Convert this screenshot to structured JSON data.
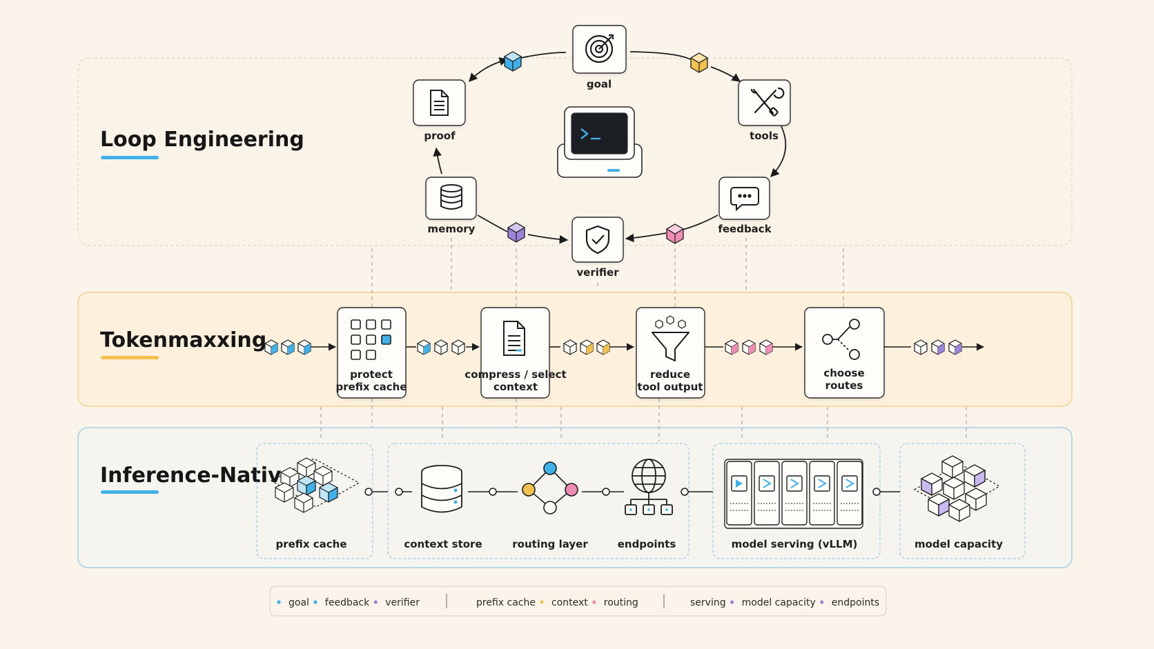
{
  "colors": {
    "background": "#fbf4ea",
    "blue": "#3fb0e8",
    "yellow": "#f2c14e",
    "pink": "#ef8cb4",
    "purple": "#9b83d9",
    "loop_border": "#d9d3cb",
    "token_border": "#f3cf91",
    "infer_border": "#9fcfe6"
  },
  "sections": {
    "loop": {
      "title": "Loop Engineering",
      "underline": "#3fb0e8"
    },
    "token": {
      "title": "Tokenmaxxing",
      "underline": "#f2c14e"
    },
    "infer": {
      "title": "Inference-Native",
      "underline": "#3fb0e8"
    }
  },
  "loop_nodes": [
    {
      "id": "goal",
      "label": "goal",
      "icon": "target-icon"
    },
    {
      "id": "tools",
      "label": "tools",
      "icon": "tools-icon"
    },
    {
      "id": "feedback",
      "label": "feedback",
      "icon": "chat-bubble-icon"
    },
    {
      "id": "verifier",
      "label": "verifier",
      "icon": "shield-check-icon"
    },
    {
      "id": "memory",
      "label": "memory",
      "icon": "database-icon"
    },
    {
      "id": "proof",
      "label": "proof",
      "icon": "document-icon"
    }
  ],
  "center_icon": "terminal-computer-icon",
  "token_nodes": [
    {
      "id": "protect",
      "label_lines": [
        "protect",
        "prefix cache"
      ],
      "icon": "grid-icon"
    },
    {
      "id": "compress",
      "label_lines": [
        "compress / select",
        "context"
      ],
      "icon": "document-icon"
    },
    {
      "id": "reduce",
      "label_lines": [
        "reduce",
        "tool output"
      ],
      "icon": "funnel-icon"
    },
    {
      "id": "choose",
      "label_lines": [
        "choose",
        "routes"
      ],
      "icon": "share-icon"
    }
  ],
  "infer_nodes": [
    {
      "id": "prefix",
      "label": "prefix cache",
      "icon": "cube-grid-icon"
    },
    {
      "id": "context",
      "label": "context store",
      "icon": "database-icon"
    },
    {
      "id": "routing",
      "label": "routing layer",
      "icon": "routing-icon"
    },
    {
      "id": "endpoints",
      "label": "endpoints",
      "icon": "globe-icon"
    },
    {
      "id": "serving",
      "label": "model serving (vLLM)",
      "icon": "server-rack-icon"
    },
    {
      "id": "capacity",
      "label": "model capacity",
      "icon": "cube-cluster-icon"
    }
  ],
  "legend": {
    "groups": [
      [
        {
          "label": "goal",
          "color": "#3fb0e8"
        },
        {
          "label": "feedback",
          "color": "#3fb0e8"
        },
        {
          "label": "verifier",
          "color": "#9b83d9"
        }
      ],
      [
        {
          "label": "prefix cache",
          "color": ""
        },
        {
          "label": "context",
          "color": "#f2c14e"
        },
        {
          "label": "routing",
          "color": "#ef8cb4"
        }
      ],
      [
        {
          "label": "serving",
          "color": ""
        },
        {
          "label": "model capacity",
          "color": "#9b83d9"
        },
        {
          "label": "endpoints",
          "color": "#9b83d9"
        }
      ]
    ]
  }
}
